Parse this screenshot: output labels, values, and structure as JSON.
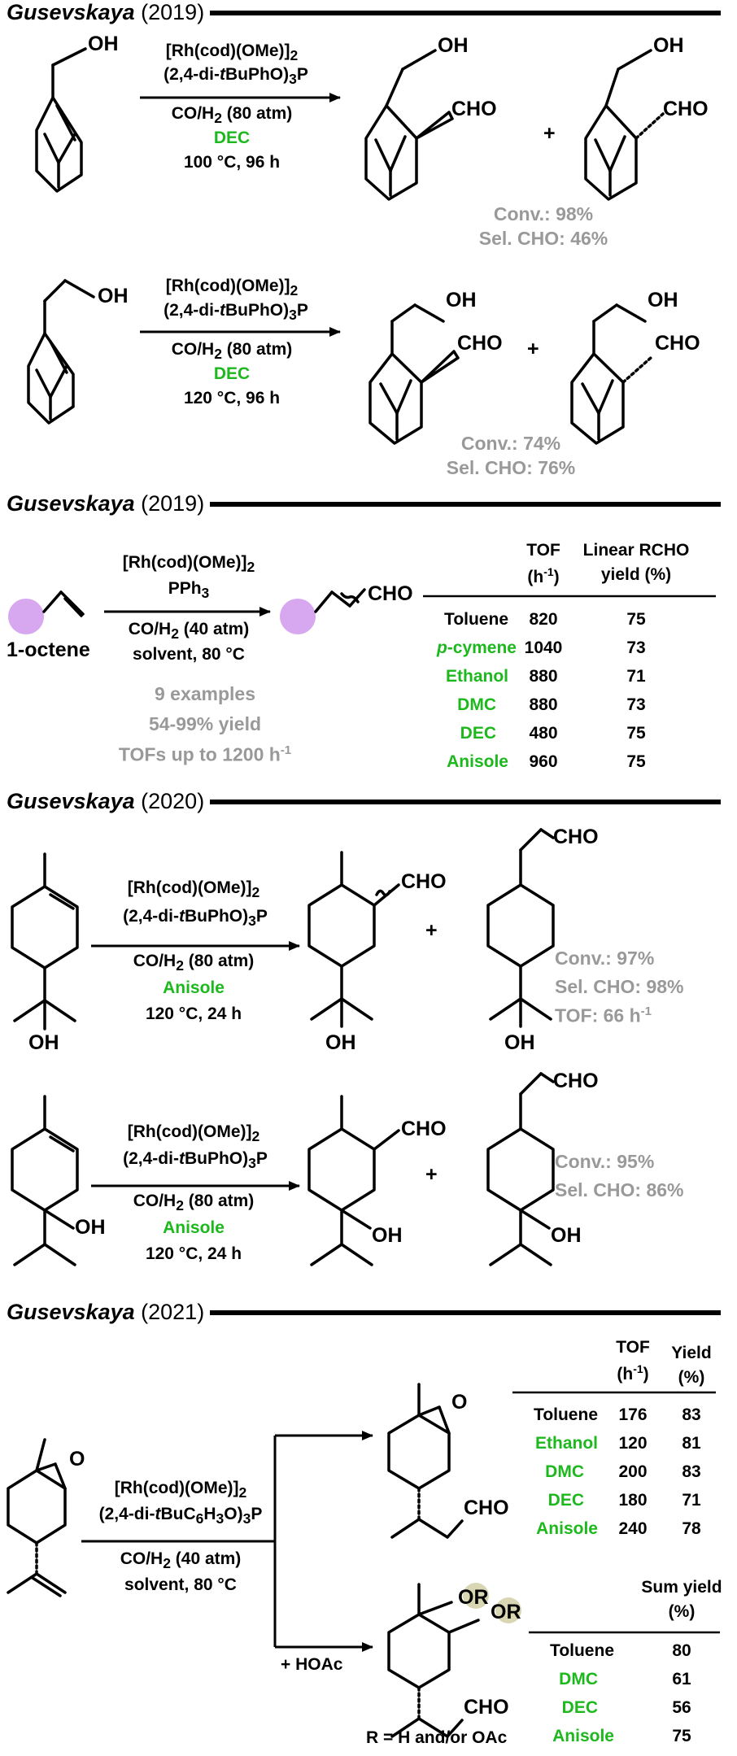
{
  "sections": [
    {
      "header": {
        "author": "Gusevskaya",
        "year": "(2019)"
      },
      "reactions": [
        {
          "catalyst": "[Rh(cod)(OMe)]",
          "catalyst_sub": "2",
          "ligand_pre": "(2,4-di-",
          "ligand_italic": "t",
          "ligand_post": "BuPhO)",
          "ligand_sub": "3",
          "ligand_tail": "P",
          "gas_pre": "CO/H",
          "gas_sub": "2",
          "gas_post": " (80 atm)",
          "solvent": "DEC",
          "conditions": "100 °C, 96 h",
          "plus": "+",
          "result_conv": "Conv.: 98%",
          "result_sel": "Sel. CHO: 46%",
          "labels": {
            "oh_sm": "OH",
            "oh_p1": "OH",
            "cho_p1": "CHO",
            "oh_p2": "OH",
            "cho_p2": "CHO"
          }
        },
        {
          "catalyst": "[Rh(cod)(OMe)]",
          "catalyst_sub": "2",
          "ligand_pre": "(2,4-di-",
          "ligand_italic": "t",
          "ligand_post": "BuPhO)",
          "ligand_sub": "3",
          "ligand_tail": "P",
          "gas_pre": "CO/H",
          "gas_sub": "2",
          "gas_post": " (80 atm)",
          "solvent": "DEC",
          "conditions": "120 °C, 96 h",
          "plus": "+",
          "result_conv": "Conv.: 74%",
          "result_sel": "Sel. CHO: 76%",
          "labels": {
            "oh_sm": "OH",
            "oh_p1": "OH",
            "cho_p1": "CHO",
            "oh_p2": "OH",
            "cho_p2": "CHO"
          }
        }
      ]
    },
    {
      "header": {
        "author": "Gusevskaya",
        "year": "(2019)"
      },
      "substrate_label": "1-octene",
      "catalyst": "[Rh(cod)(OMe)]",
      "catalyst_sub": "2",
      "ligand": "PPh",
      "ligand_sub": "3",
      "gas_pre": "CO/H",
      "gas_sub": "2",
      "gas_post": " (40 atm)",
      "conditions": "solvent, 80 °C",
      "product_label": "CHO",
      "summary": [
        "9 examples",
        "54-99% yield",
        "TOFs up to 1200 h"
      ],
      "summary_sup": "-1",
      "table": {
        "headers": [
          "TOF",
          "(h",
          "-1",
          ")",
          "Linear RCHO",
          "yield (%)"
        ],
        "rows": [
          {
            "solvent": "Toluene",
            "green": false,
            "italic_prefix": "",
            "tof": "820",
            "yield": "75"
          },
          {
            "solvent": "-cymene",
            "green": true,
            "italic_prefix": "p",
            "tof": "1040",
            "yield": "73"
          },
          {
            "solvent": "Ethanol",
            "green": true,
            "italic_prefix": "",
            "tof": "880",
            "yield": "71"
          },
          {
            "solvent": "DMC",
            "green": true,
            "italic_prefix": "",
            "tof": "880",
            "yield": "73"
          },
          {
            "solvent": "DEC",
            "green": true,
            "italic_prefix": "",
            "tof": "480",
            "yield": "75"
          },
          {
            "solvent": "Anisole",
            "green": true,
            "italic_prefix": "",
            "tof": "960",
            "yield": "75"
          }
        ]
      }
    },
    {
      "header": {
        "author": "Gusevskaya",
        "year": "(2020)"
      },
      "reactions": [
        {
          "catalyst": "[Rh(cod)(OMe)]",
          "catalyst_sub": "2",
          "ligand_pre": "(2,4-di-",
          "ligand_italic": "t",
          "ligand_post": "BuPhO)",
          "ligand_sub": "3",
          "ligand_tail": "P",
          "gas_pre": "CO/H",
          "gas_sub": "2",
          "gas_post": " (80 atm)",
          "solvent": "Anisole",
          "conditions": "120 °C, 24 h",
          "plus": "+",
          "results": [
            "Conv.: 97%",
            "Sel. CHO: 98%",
            "TOF: 66 h"
          ],
          "tof_sup": "-1",
          "labels": {
            "oh_sm": "OH",
            "cho_p1": "CHO",
            "oh_p1": "OH",
            "cho_p2": "CHO",
            "oh_p2": "OH"
          }
        },
        {
          "catalyst": "[Rh(cod)(OMe)]",
          "catalyst_sub": "2",
          "ligand_pre": "(2,4-di-",
          "ligand_italic": "t",
          "ligand_post": "BuPhO)",
          "ligand_sub": "3",
          "ligand_tail": "P",
          "gas_pre": "CO/H",
          "gas_sub": "2",
          "gas_post": " (80 atm)",
          "solvent": "Anisole",
          "conditions": "120 °C, 24 h",
          "plus": "+",
          "results": [
            "Conv.: 95%",
            "Sel. CHO: 86%"
          ],
          "labels": {
            "oh_sm": "OH",
            "cho_p1": "CHO",
            "oh_p1": "OH",
            "cho_p2": "CHO",
            "oh_p2": "OH"
          }
        }
      ]
    },
    {
      "header": {
        "author": "Gusevskaya",
        "year": "(2021)"
      },
      "catalyst": "[Rh(cod)(OMe)]",
      "catalyst_sub": "2",
      "ligand_pre": "(2,4-di-",
      "ligand_italic": "t",
      "ligand_post": "BuC",
      "ligand_sub1": "6",
      "ligand_mid": "H",
      "ligand_sub2": "3",
      "ligand_mid2": "O)",
      "ligand_sub3": "3",
      "ligand_tail": "P",
      "gas_pre": "CO/H",
      "gas_sub": "2",
      "gas_post": " (40 atm)",
      "conditions": "solvent, 80 °C",
      "branch_label": "+ HOAc",
      "labels": {
        "o_sm": "O",
        "o_p1": "O",
        "cho_p1": "CHO",
        "or1": "OR",
        "or2": "OR",
        "cho_p2": "CHO",
        "r_note": "R = H and/or OAc"
      },
      "table1": {
        "headers": [
          "TOF",
          "(h",
          "-1",
          ")",
          "Yield",
          "(%)"
        ],
        "rows": [
          {
            "solvent": "Toluene",
            "green": false,
            "tof": "176",
            "yield": "83"
          },
          {
            "solvent": "Ethanol",
            "green": true,
            "tof": "120",
            "yield": "81"
          },
          {
            "solvent": "DMC",
            "green": true,
            "tof": "200",
            "yield": "83"
          },
          {
            "solvent": "DEC",
            "green": true,
            "tof": "180",
            "yield": "71"
          },
          {
            "solvent": "Anisole",
            "green": true,
            "tof": "240",
            "yield": "78"
          }
        ]
      },
      "table2": {
        "headers": [
          "Sum yield",
          "(%)"
        ],
        "rows": [
          {
            "solvent": "Toluene",
            "green": false,
            "yield": "80"
          },
          {
            "solvent": "DMC",
            "green": true,
            "yield": "61"
          },
          {
            "solvent": "DEC",
            "green": true,
            "yield": "56"
          },
          {
            "solvent": "Anisole",
            "green": true,
            "yield": "75"
          }
        ]
      }
    }
  ],
  "colors": {
    "green_solvent": "#1db81d",
    "gray_result": "#999999",
    "substrate_circle": "#d7a8f0",
    "or_highlight": "#d9d6b4"
  }
}
